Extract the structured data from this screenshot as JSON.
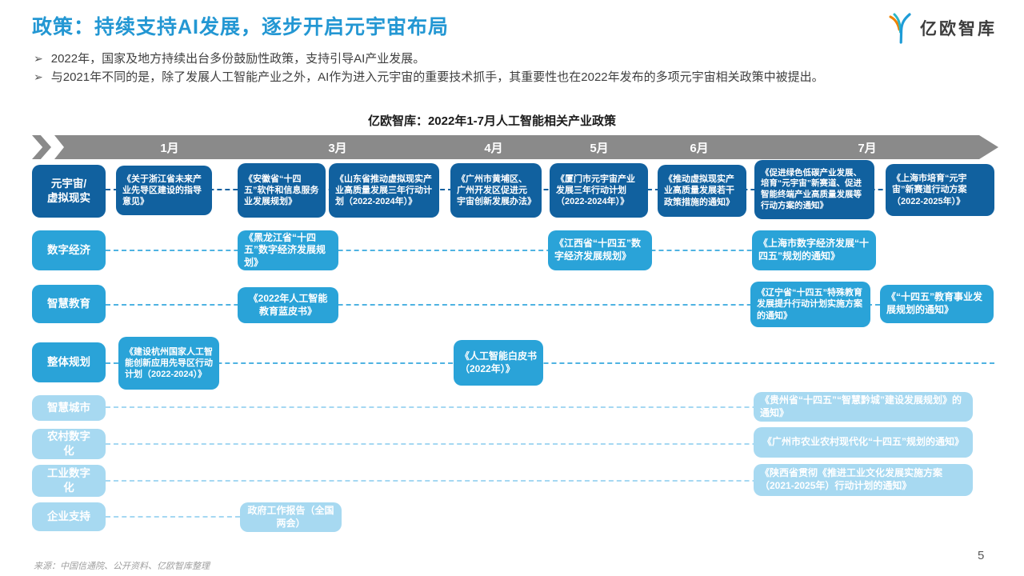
{
  "header": {
    "title": "政策：持续支持AI发展，逐步开启元宇宙布局",
    "logo_text": "亿欧智库",
    "bullet_marker": "➢",
    "bullets": [
      "2022年，国家及地方持续出台多份鼓励性政策，支持引导AI产业发展。",
      "与2021年不同的是，除了发展人工智能产业之外，AI作为进入元宇宙的重要技术抓手，其重要性也在2022年发布的多项元宇宙相关政策中被提出。"
    ]
  },
  "chart": {
    "title": "亿欧智库：2022年1-7月人工智能相关产业政策",
    "months": [
      "1月",
      "3月",
      "4月",
      "5月",
      "6月",
      "7月"
    ]
  },
  "rows": [
    {
      "category": "元宇宙/虚拟现实",
      "boxes": [
        "《关于浙江省未来产业先导区建设的指导意见》",
        "《安徽省“十四五”软件和信息服务业发展规划》",
        "《山东省推动虚拟现实产业高质量发展三年行动计划（2022-2024年）》",
        "《广州市黄埔区、广州开发区促进元宇宙创新发展办法》",
        "《厦门市元宇宙产业发展三年行动计划（2022-2024年）》",
        "《推动虚拟现实产业高质量发展若干政策措施的通知》",
        "《促进绿色低碳产业发展、培育“元宇宙”新赛道、促进智能终端产业高质量发展等行动方案的通知》",
        "《上海市培育“元宇宙”新赛道行动方案（2022-2025年）》"
      ]
    },
    {
      "category": "数字经济",
      "boxes": [
        "《黑龙江省“十四五”数字经济发展规划》",
        "《江西省“十四五”数字经济发展规划》",
        "《上海市数字经济发展“十四五”规划的通知》"
      ]
    },
    {
      "category": "智慧教育",
      "boxes": [
        "《2022年人工智能教育蓝皮书》",
        "《辽宁省“十四五”特殊教育发展提升行动计划实施方案的通知》",
        "《“十四五”教育事业发展规划的通知》"
      ]
    },
    {
      "category": "整体规划",
      "boxes": [
        "《建设杭州国家人工智能创新应用先导区行动计划（2022-2024）》",
        "《人工智能白皮书（2022年）》"
      ]
    },
    {
      "category": "智慧城市",
      "boxes": [
        "《贵州省“十四五”“智慧黔城”建设发展规划》的通知》"
      ]
    },
    {
      "category": "农村数字化",
      "boxes": [
        "《广州市农业农村现代化“十四五”规划的通知》"
      ]
    },
    {
      "category": "工业数字化",
      "boxes": [
        "《陕西省贯彻《推进工业文化发展实施方案（2021-2025年）行动计划的通知》"
      ]
    },
    {
      "category": "企业支持",
      "boxes": [
        "政府工作报告（全国两会）"
      ]
    }
  ],
  "footer": {
    "source": "来源：中国信通院、公开资料、亿欧智库整理",
    "page": "5"
  },
  "colors": {
    "title_blue": "#2397d3",
    "dark_box": "#11619f",
    "mid_box": "#2aa3d8",
    "light_box": "#a7d9f1",
    "timeline_gray": "#8a8a8a"
  }
}
